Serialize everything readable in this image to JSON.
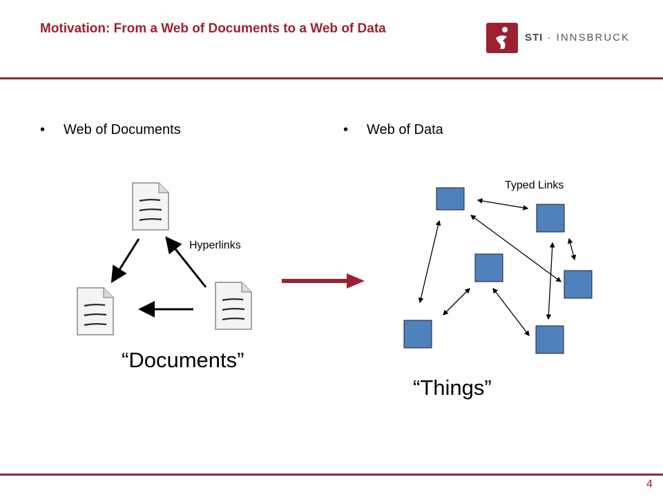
{
  "header": {
    "title": "Motivation: From a Web of Documents to a Web of Data",
    "logo_text_bold": "STI",
    "logo_text_rest": " · INNSBRUCK"
  },
  "left": {
    "bullet": "Web of Documents",
    "link_label": "Hyperlinks",
    "caption": "“Documents”"
  },
  "right": {
    "bullet": "Web of Data",
    "link_label": "Typed Links",
    "caption": "“Things”"
  },
  "bullet_symbol": "•",
  "footer": {
    "page_number": "4"
  },
  "colors": {
    "accent": "#9b2131",
    "node_fill": "#4f81bd",
    "node_stroke": "#1f1f1f"
  }
}
